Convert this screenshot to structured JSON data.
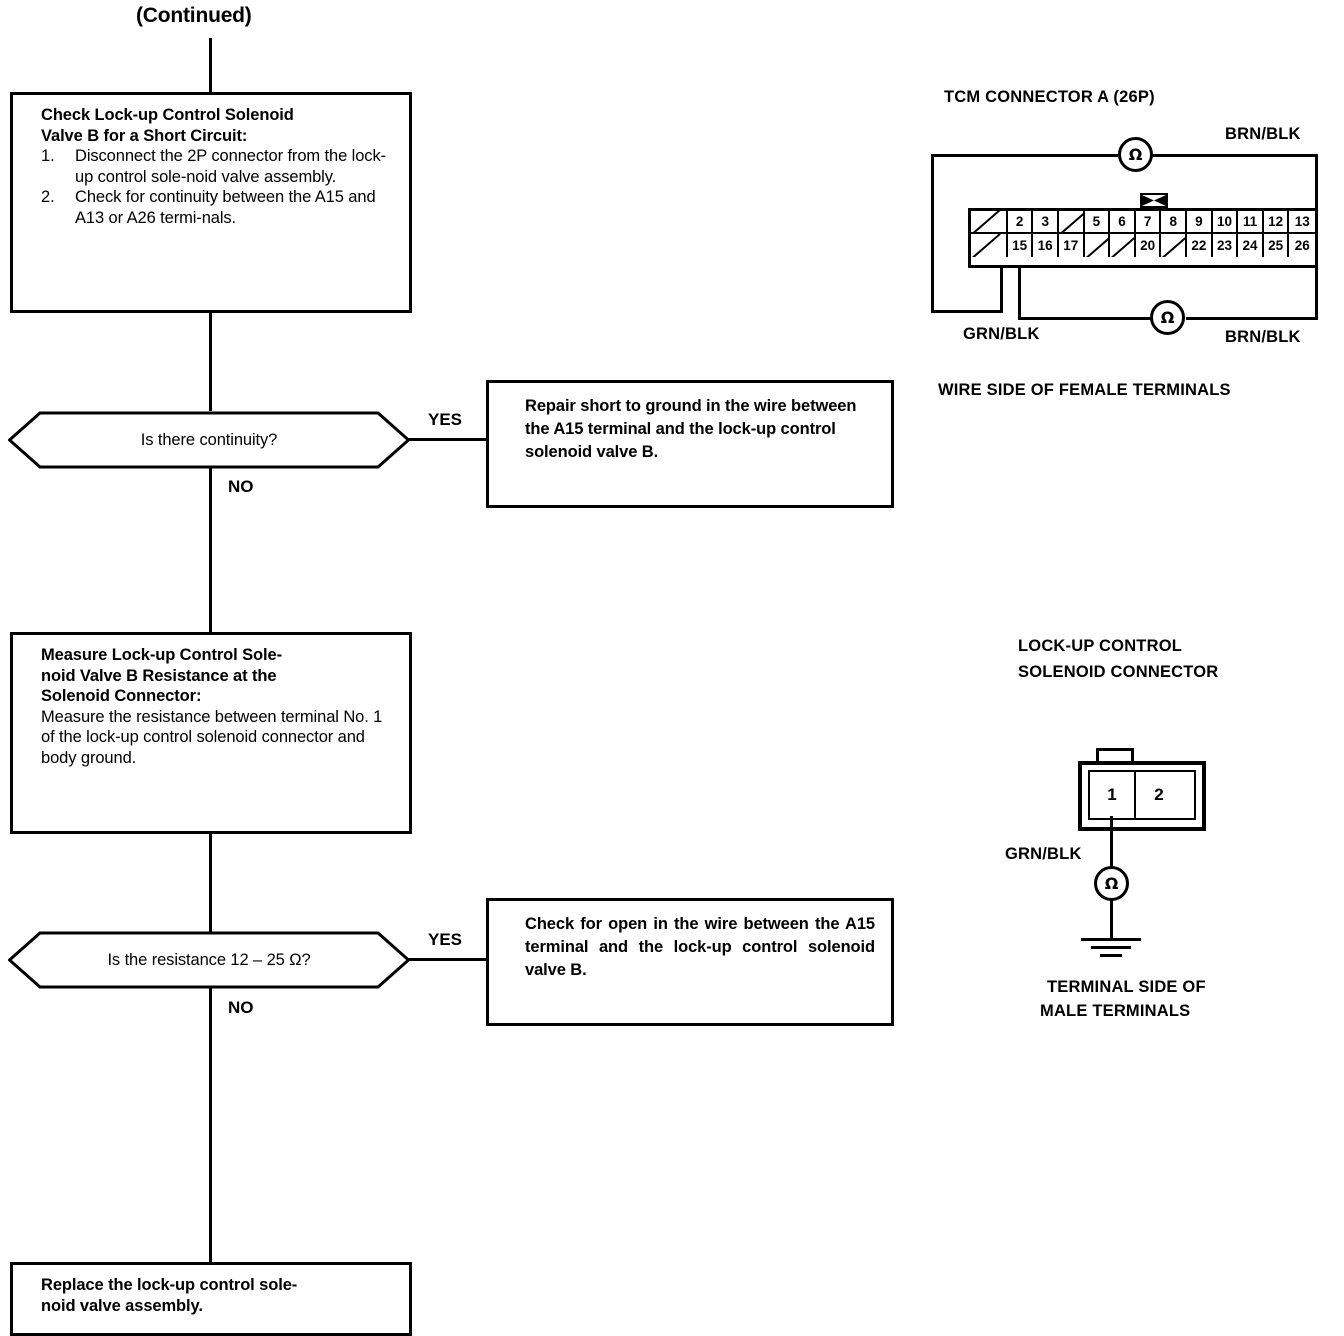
{
  "header": {
    "continued_label": "(Continued)"
  },
  "flow": {
    "step1": {
      "title_line1": "Check Lock-up Control Solenoid",
      "title_line2": "Valve B for a Short Circuit:",
      "items": [
        {
          "num": "1.",
          "text": "Disconnect the 2P connector from the lock-up control sole-noid valve assembly."
        },
        {
          "num": "2.",
          "text": "Check for continuity between the A15 and A13 or A26 termi-nals."
        }
      ]
    },
    "decision1": {
      "question": "Is there continuity?",
      "yes_label": "YES",
      "no_label": "NO"
    },
    "result1": {
      "text": "Repair short to ground in the wire between the A15 terminal and the lock-up control solenoid valve B."
    },
    "step2": {
      "title_line1": "Measure Lock-up Control Sole-",
      "title_line2": "noid Valve B Resistance at the",
      "title_line3": "Solenoid Connector:",
      "body": "Measure the resistance between terminal No. 1 of the lock-up control solenoid connector and body ground."
    },
    "decision2": {
      "question": "Is the resistance 12 – 25 Ω?",
      "yes_label": "YES",
      "no_label": "NO"
    },
    "result2": {
      "text": "Check for open in the wire between the A15 terminal and the lock-up control solenoid valve B."
    },
    "final": {
      "line1": "Replace the lock-up control sole-",
      "line2": "noid valve assembly."
    }
  },
  "tcm_connector": {
    "title": "TCM CONNECTOR A (26P)",
    "caption": "WIRE SIDE OF FEMALE TERMINALS",
    "label_brn_blk_top": "BRN/BLK",
    "label_brn_blk_bottom": "BRN/BLK",
    "label_grn_blk": "GRN/BLK",
    "meter_symbol_top": "Ω",
    "meter_symbol_bottom": "Ω",
    "top_row": [
      "",
      "2",
      "3",
      "",
      "5",
      "6",
      "7",
      "8",
      "9",
      "10",
      "11",
      "12",
      "13"
    ],
    "bottom_row": [
      "",
      "15",
      "16",
      "17",
      "",
      "",
      "20",
      "",
      "22",
      "23",
      "24",
      "25",
      "26"
    ]
  },
  "solenoid_connector": {
    "title_line1": "LOCK-UP CONTROL",
    "title_line2": "SOLENOID CONNECTOR",
    "caption_line1": "TERMINAL SIDE OF",
    "caption_line2": "MALE TERMINALS",
    "label_grn_blk": "GRN/BLK",
    "meter_symbol": "Ω",
    "terminals": [
      "1",
      "2"
    ]
  },
  "colors": {
    "ink": "#000000",
    "paper": "#ffffff"
  }
}
